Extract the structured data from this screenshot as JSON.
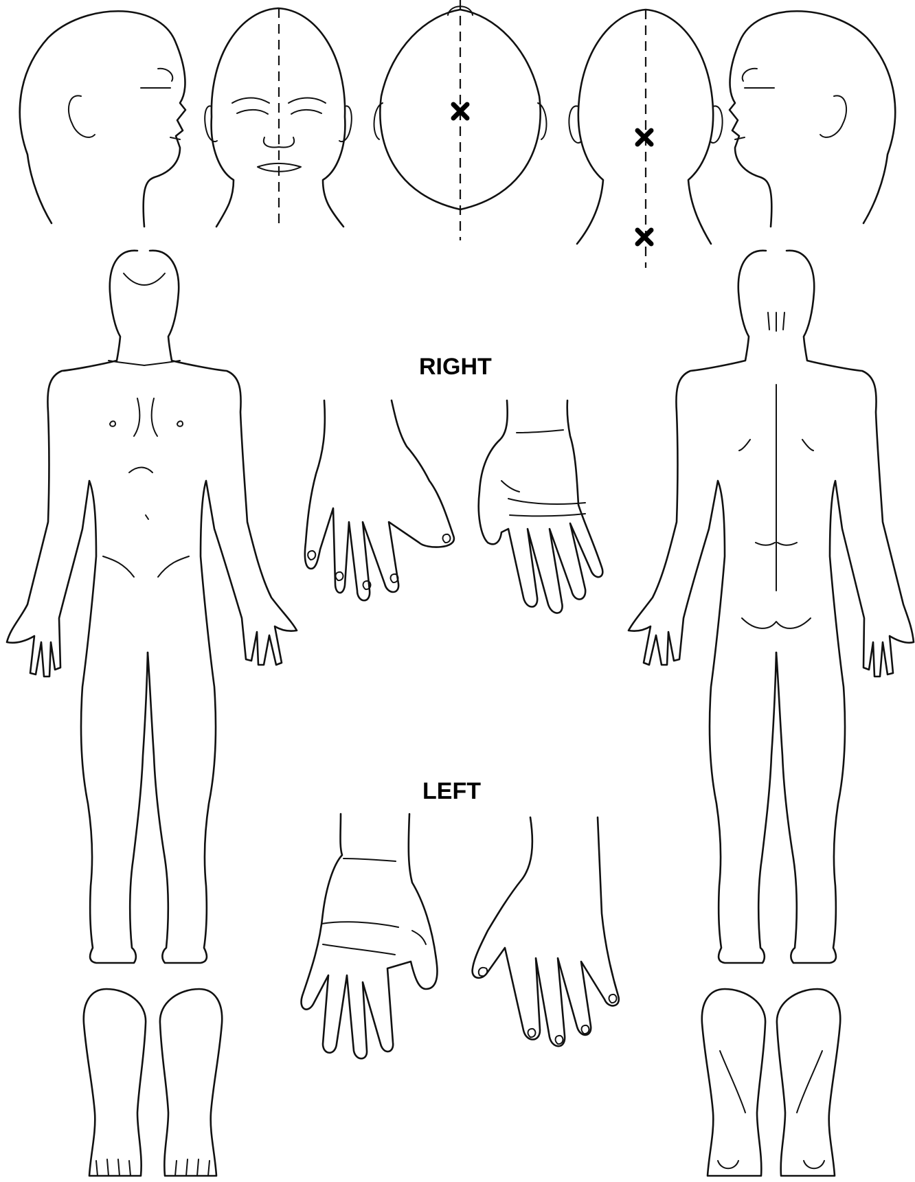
{
  "labels": {
    "right": "RIGHT",
    "left": "LEFT"
  },
  "markings": [
    {
      "view": "head-top",
      "symbol": "x"
    },
    {
      "view": "head-back",
      "symbol": "x"
    },
    {
      "view": "head-back",
      "symbol": "x"
    }
  ]
}
